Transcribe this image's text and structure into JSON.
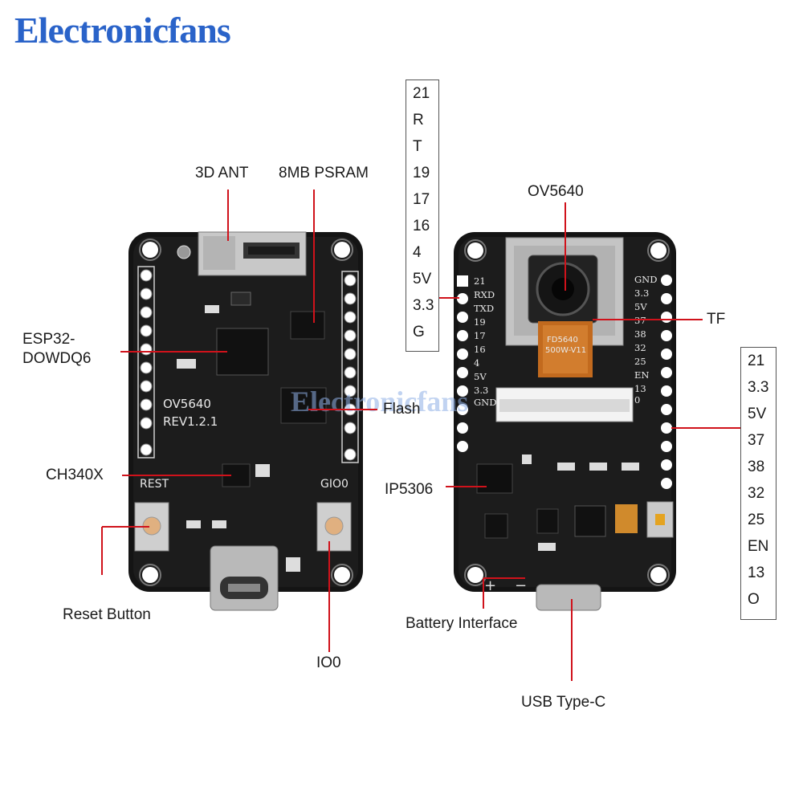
{
  "brand": {
    "text": "Electronicfans",
    "color": "#2a63c9"
  },
  "watermark": {
    "text": "Electronicfans"
  },
  "accent_color": "#d0121b",
  "left_board": {
    "silkscreen": {
      "model": "OV5640",
      "rev": "REV1.2.1",
      "rest": "REST",
      "gio0": "GIO0"
    },
    "labels": {
      "ant": "3D ANT",
      "psram": "8MB PSRAM",
      "esp_line1": "ESP32-",
      "esp_line2": "DOWDQ6",
      "flash": "Flash",
      "ch340": "CH340X",
      "reset": "Reset Button",
      "io0": "IO0"
    }
  },
  "right_board": {
    "left_silk_pins": [
      "21",
      "RXD",
      "TXD",
      "19",
      "17",
      "16",
      "4",
      "5V",
      "3.3",
      "GND"
    ],
    "right_silk_pins": [
      "GND",
      "3.3",
      "5V",
      "37",
      "38",
      "32",
      "25",
      "EN",
      "13",
      "0"
    ],
    "flex_text_1": "FD5640",
    "flex_text_2": "500W-V11",
    "labels": {
      "camera": "OV5640",
      "tf": "TF",
      "ip": "IP5306",
      "battery": "Battery Interface",
      "usb": "USB Type-C"
    }
  },
  "pin_box_left": [
    "21",
    "R",
    "T",
    "19",
    "17",
    "16",
    "4",
    "5V",
    "3.3",
    "G"
  ],
  "pin_box_right": [
    "21",
    "3.3",
    "5V",
    "37",
    "38",
    "32",
    "25",
    "EN",
    "13",
    "O"
  ]
}
